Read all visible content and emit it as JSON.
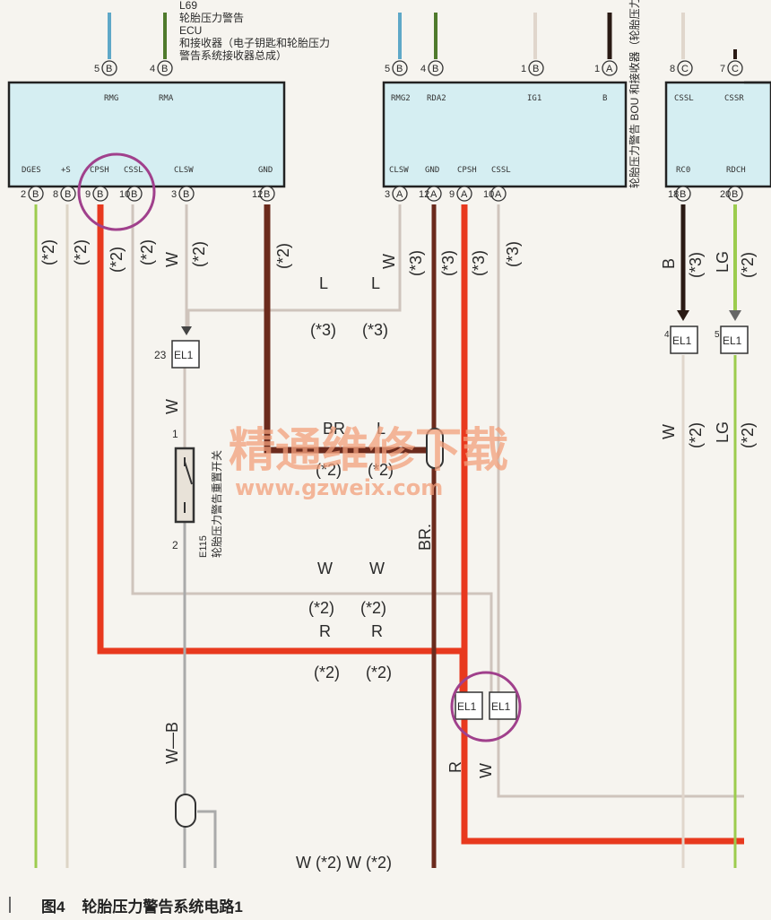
{
  "diagram": {
    "ecu_labels": [
      "L69",
      "轮胎压力警告",
      "ECU",
      "和接收器（电子钥匙和轮胎压力",
      "警告系统接收器总成）"
    ],
    "bou_label": "轮胎压力警告 BOU 和接收器（轮胎压力 接收器总成）",
    "left_top_pins": [
      "5",
      "4"
    ],
    "left_top_pin_sub": [
      "B",
      "B"
    ],
    "left_bottom_pins": [
      "2",
      "8",
      "9",
      "10",
      "3",
      "12"
    ],
    "left_bottom_pin_sub": [
      "B",
      "B",
      "B",
      "B",
      "B",
      "B"
    ],
    "right_top_pins": [
      "5",
      "4",
      "1",
      "1"
    ],
    "right_top_pin_sub": [
      "B",
      "B",
      "B",
      "A"
    ],
    "right_bottom_pins": [
      "3",
      "12",
      "9",
      "10"
    ],
    "right_bottom_pin_sub": [
      "A",
      "A",
      "A",
      "A"
    ],
    "far_top_pins": [
      "8",
      "7"
    ],
    "far_top_pin_sub": [
      "C",
      "C"
    ],
    "far_bottom_pins": [
      "18",
      "20"
    ],
    "far_bottom_pin_sub": [
      "B",
      "B"
    ],
    "connector_el1": "EL1",
    "connector_el1_num_23": "23",
    "connector_el1_num_4": "4",
    "connector_el1_num_5": "5",
    "switch_pin_1": "1",
    "switch_pin_2": "2",
    "switch_code": "E115",
    "switch_label": "轮胎压力警告重置开关",
    "wire_codes": {
      "W": "W",
      "L": "L",
      "BR": "BR",
      "R": "R",
      "B": "B",
      "LG": "LG",
      "WB": "W—B",
      "BR_dot": "BR."
    },
    "notes": {
      "n2": "(*2)",
      "n3": "(*3)",
      "bottom_note": "W (*2) W (*2)"
    },
    "watermark_1": "精通维修下载",
    "watermark_2": "www.gzweix.com",
    "colors": {
      "ecu_fill": "#d5eef2",
      "red_wire": "#e8391e",
      "brown_wire": "#6b2a1c",
      "green_wire": "#9ccc4e",
      "blue_wire": "#5fa8c8",
      "dark_green_wire": "#4f7a2c",
      "highlight_circle": "#a0408c"
    }
  },
  "caption": {
    "figure_label": "图4",
    "title": "轮胎压力警告系统电路1"
  }
}
